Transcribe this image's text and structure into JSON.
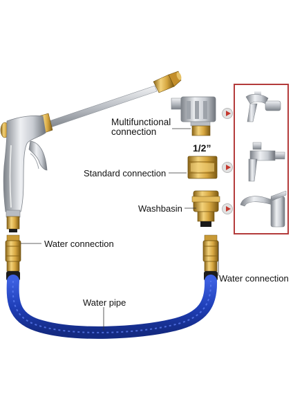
{
  "labels": {
    "multifunctional_line1": "Multifunctional",
    "multifunctional_line2": "connection",
    "half_inch": "1/2”",
    "standard": "Standard connection",
    "washbasin": "Washbasin",
    "water_connection_left": "Water connection",
    "water_connection_right": "Water connection",
    "water_pipe": "Water pipe"
  },
  "colors": {
    "frame": "#b33a3a",
    "arrow": "#c4382e",
    "brass": "#d6a640",
    "hose": "#1f3fb8",
    "metal": "#c8ccd2"
  },
  "icons": [
    "spray-gun-icon",
    "faucet-icon",
    "brass-connector-icon",
    "arrow-icon"
  ]
}
